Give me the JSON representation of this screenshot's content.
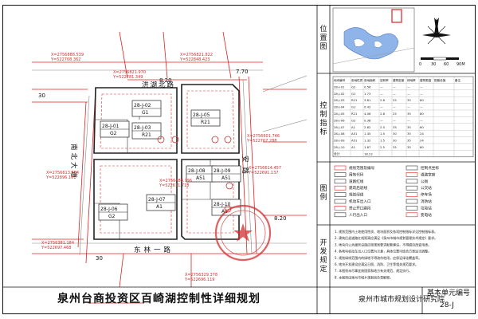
{
  "title": "泉州台商投资区百崎湖控制性详细规划",
  "organization": "泉州市城市规划设计研究院",
  "unit": {
    "label": "基本单元编号",
    "number": "28-J"
  },
  "side_labels": {
    "location": "位置图",
    "indicators": "控制指标",
    "legend": "图例",
    "regulations": "开发规定"
  },
  "map": {
    "roads": [
      "洪湖北路",
      "南北大道",
      "东林一路",
      "安路"
    ],
    "road_widths": [
      "30",
      "8.20",
      "30",
      "7.70",
      "8.20"
    ],
    "parcels": [
      {
        "id": "28-J-01",
        "use": "G2"
      },
      {
        "id": "28-J-02",
        "use": "G1"
      },
      {
        "id": "28-J-03",
        "use": "R21"
      },
      {
        "id": "28-J-04",
        "use": ""
      },
      {
        "id": "28-J-05",
        "use": "R21"
      },
      {
        "id": "28-J-06",
        "use": "G2"
      },
      {
        "id": "28-J-07",
        "use": "A1"
      },
      {
        "id": "28-J-08",
        "use": "A51"
      },
      {
        "id": "28-J-09",
        "use": "A51"
      },
      {
        "id": "28-J-10",
        "use": "A1"
      }
    ],
    "coordinates": [
      "X=2756888.539",
      "Y=522708.362",
      "X=2756821.970",
      "Y=522781.349",
      "X=2756821.822",
      "Y=522848.423",
      "X=2756601.746",
      "Y=522767.288",
      "X=2756613.884",
      "Y=522896.161",
      "X=2756614.457",
      "Y=522691.137",
      "X=2756488.796",
      "Y=522611.718",
      "X=2756381.184",
      "Y=522697.468",
      "X=2756329.378",
      "Y=522696.119"
    ]
  },
  "location_map": {
    "scale_label": "90M",
    "scale_ticks": [
      "0",
      "30",
      "60"
    ]
  },
  "indicator_table": {
    "headers": [
      "地块编号",
      "用地性质",
      "用地面积",
      "容积率",
      "建筑密度",
      "绿地率",
      "建筑限高",
      "配套设施",
      "备注"
    ],
    "rows": [
      [
        "28-J-01",
        "G2",
        "0.56",
        "—",
        "—",
        "—",
        "—",
        "",
        ""
      ],
      [
        "28-J-02",
        "G1",
        "1.73",
        "—",
        "—",
        "—",
        "—",
        "",
        ""
      ],
      [
        "28-J-03",
        "R21",
        "3.81",
        "2.8",
        "25",
        "35",
        "80",
        "",
        ""
      ],
      [
        "28-J-04",
        "G1",
        "0.42",
        "—",
        "—",
        "—",
        "—",
        "",
        ""
      ],
      [
        "28-J-05",
        "R21",
        "4.06",
        "2.8",
        "25",
        "35",
        "80",
        "",
        ""
      ],
      [
        "28-J-06",
        "G2",
        "0.38",
        "—",
        "—",
        "—",
        "—",
        "",
        ""
      ],
      [
        "28-J-07",
        "A1",
        "2.62",
        "2.5",
        "35",
        "35",
        "60",
        "",
        ""
      ],
      [
        "28-J-08",
        "A51",
        "1.45",
        "1.5",
        "30",
        "35",
        "24",
        "",
        ""
      ],
      [
        "28-J-09",
        "A51",
        "1.32",
        "1.5",
        "30",
        "35",
        "24",
        "",
        ""
      ],
      [
        "28-J-10",
        "A1",
        "1.87",
        "2.5",
        "35",
        "35",
        "60",
        "",
        ""
      ],
      [
        "合计",
        "",
        "18.22",
        "",
        "",
        "",
        "",
        "",
        ""
      ]
    ]
  },
  "legend": {
    "items": [
      "规划范围及编号",
      "用地代码",
      "道路红线",
      "建筑后退线",
      "规划绿线",
      "机动车出入口",
      "禁止开口路段",
      "人行出入口",
      "控制点坐标",
      "道路宽度",
      "公厕",
      "公交站",
      "停车场",
      "消防站",
      "垃圾站",
      "变电站"
    ]
  },
  "regulations": {
    "lines": [
      "1. 规划范围内土地使用性质、地块面积及各项控制指标详见控制指标表。",
      "2. 建筑后退道路红线距离应满足《泉州市城市规划管理技术规定》要求。",
      "3. 地块内公共服务设施应按规划要求配套建设，不得擅自改变用途。",
      "4. 各地块机动车出入口位置为示意，具体位置可结合方案适当调整。",
      "5. 规划绿线范围内的绿地不得改作他用，应保证绿化覆盖率。",
      "6. 地块开发建设应满足日照、消防、卫生等相关规范要求。",
      "7. 本图则未尽事宜按国家和地方有关规范、规定执行。",
      "8. 本图则由泉州市城乡规划局负责解释。"
    ]
  },
  "colors": {
    "road_red": "#e02020",
    "parcel_black": "#222222",
    "lake_blue": "#8fb4ea",
    "stamp_red": "#d03030",
    "ink": "#111111"
  },
  "icons": [
    "compass-rose-icon",
    "official-stamp-icon",
    "toilet-icon",
    "bus-stop-icon",
    "parking-icon"
  ]
}
